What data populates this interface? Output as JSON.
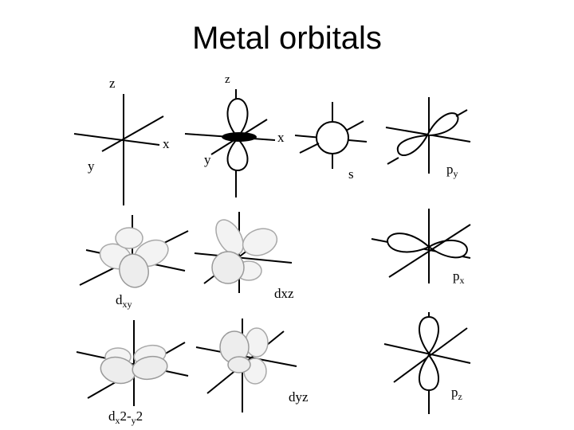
{
  "title": "Metal orbitals",
  "axes": {
    "z": "z",
    "x": "x",
    "y": "y"
  },
  "orbitals": {
    "s": "s",
    "py_main": "p",
    "py_sub": "y",
    "px_main": "p",
    "px_sub": "x",
    "pz_main": "p",
    "pz_sub": "z",
    "dxy_main": "d",
    "dxy_sub": "xy",
    "dxz": "dxz",
    "dx2y2_main": "d",
    "dx2y2_sub1": "x",
    "dx2y2_mid": "2-",
    "dx2y2_sub2": "y",
    "dx2y2_end": "2",
    "dyz": "dyz"
  }
}
